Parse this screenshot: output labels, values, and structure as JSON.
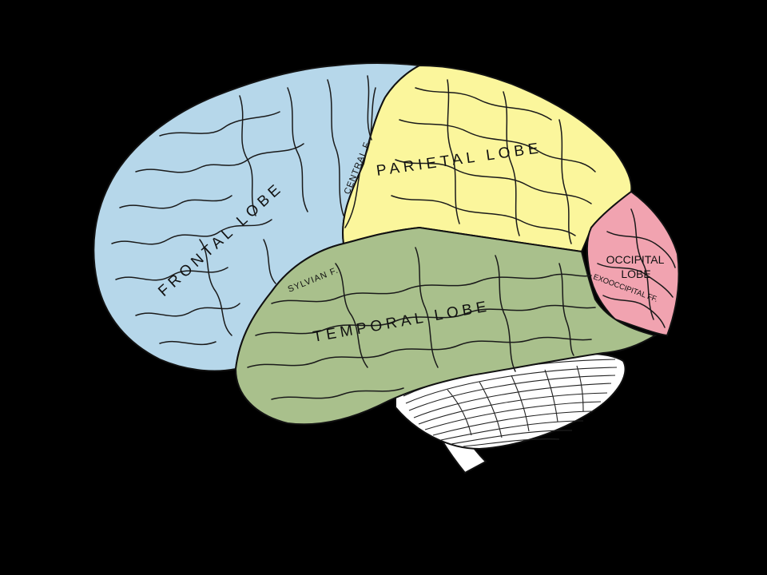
{
  "diagram": {
    "labels": {
      "frontal": "FRONTAL LOBE",
      "parietal": "PARIETAL LOBE",
      "temporal": "TEMPORAL LOBE",
      "occipital_line1": "OCCIPITAL",
      "occipital_line2": "LOBE",
      "central_fissure": "CENTRAL F.",
      "sylvian_fissure": "SYLVIAN F.",
      "exooccipital_fissure": "EXOOCCIPITAL FF."
    },
    "colors": {
      "background": "#000000",
      "frontal": "#b6d7ea",
      "parietal": "#fbf69c",
      "temporal": "#a9c08c",
      "occipital": "#f1a3b0",
      "cerebellum": "#ffffff",
      "outline": "#111111"
    }
  }
}
